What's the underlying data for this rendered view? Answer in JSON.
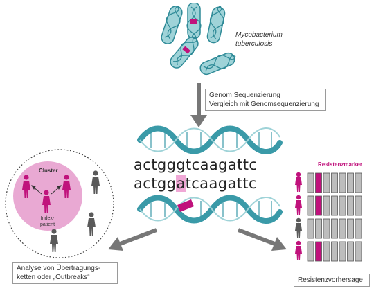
{
  "organism": {
    "line1": "Mycobacterium",
    "line2": "tuberculosis"
  },
  "process_box": {
    "line1": "Genom Sequenzierung",
    "line2": "Vergleich mit Genomsequenzierung"
  },
  "sequence": {
    "reference": "actgggtcaagattc",
    "variant_prefix": "actgg",
    "variant_mutation": "a",
    "variant_suffix": "tcaagattc"
  },
  "transmission": {
    "cluster_label": "Cluster",
    "index_label_1": "Index-",
    "index_label_2": "patient",
    "caption_1": "Analyse von Übertragungs-",
    "caption_2": "ketten oder „Outbreaks“"
  },
  "resistance": {
    "marker_label": "Resistenzmarker",
    "caption": "Resistenzvorhersage",
    "rows": 4,
    "columns": 7,
    "marker_column": 2
  },
  "colors": {
    "teal": "#3a9aa8",
    "teal_light": "#9fd3d8",
    "magenta": "#c0127c",
    "pink": "#e9a9d3",
    "grey_figure": "#5a5a5a",
    "grey_bar": "#bdbdbd",
    "arrow": "#777777"
  }
}
